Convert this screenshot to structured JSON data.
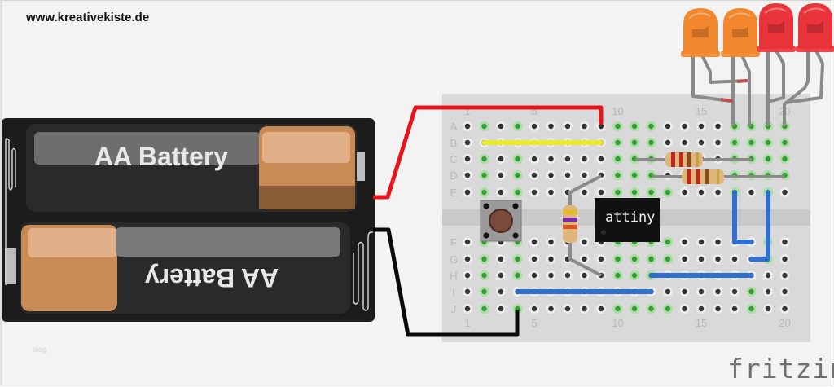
{
  "header": {
    "website": "www.kreativekiste.de"
  },
  "footer": {
    "blog_label": "blog",
    "brand": "fritzing"
  },
  "battery": {
    "label_top": "AA Battery",
    "label_bottom": "AA Battery"
  },
  "chip": {
    "label": "attiny"
  },
  "breadboard": {
    "rows_top": [
      "A",
      "B",
      "C",
      "D",
      "E"
    ],
    "rows_bottom": [
      "F",
      "G",
      "H",
      "I",
      "J"
    ],
    "column_labels": [
      "1",
      "5",
      "10",
      "15",
      "20"
    ],
    "columns": 20
  },
  "leds": [
    {
      "color": "orange"
    },
    {
      "color": "orange"
    },
    {
      "color": "red"
    },
    {
      "color": "red"
    }
  ],
  "colors": {
    "wire_red": "#e8141c",
    "wire_black": "#0a0a0a",
    "wire_yellow": "#eaea2a",
    "wire_blue": "#2f6fd0",
    "wire_gray": "#8a8a8a",
    "led_orange": "#f2872e",
    "led_red": "#e8343a",
    "hole_green": "#3a9a3a",
    "breadboard": "#d9d9d9"
  }
}
